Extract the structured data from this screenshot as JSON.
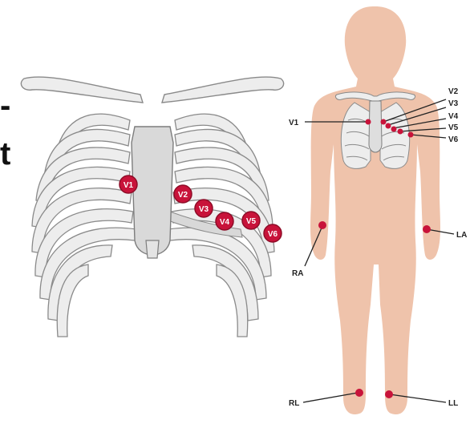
{
  "cutoff_text": {
    "line1": "-",
    "line2": "t"
  },
  "colors": {
    "electrode": "#c8133a",
    "electrode_stroke": "#8e0c27",
    "skin": "#efc3ab",
    "bone": "#ededed",
    "bone_stroke": "#8a8a8a",
    "label": "#222222"
  },
  "chest_leads": [
    "V1",
    "V2",
    "V3",
    "V4",
    "V5",
    "V6"
  ],
  "body_chest_labels": [
    "V1",
    "V2",
    "V3",
    "V4",
    "V5",
    "V6"
  ],
  "limb_leads": [
    "RA",
    "LA",
    "RL",
    "LL"
  ]
}
